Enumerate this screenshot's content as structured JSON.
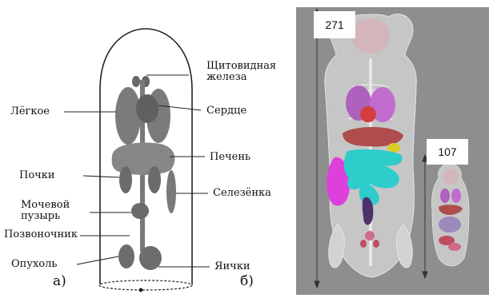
{
  "left_panel": {
    "sublabel": "а)",
    "labels": {
      "thyroid": "Щитовидная железа",
      "lung": "Лёгкое",
      "heart": "Сердце",
      "liver": "Печень",
      "kidneys": "Почки",
      "spleen": "Селезёнка",
      "bladder": "Мочевой пузырь",
      "spine": "Позвоночник",
      "tumor": "Опухоль",
      "testes": "Яички"
    }
  },
  "right_panel": {
    "sublabel": "б)",
    "big_scale": "271",
    "small_scale": "107"
  }
}
